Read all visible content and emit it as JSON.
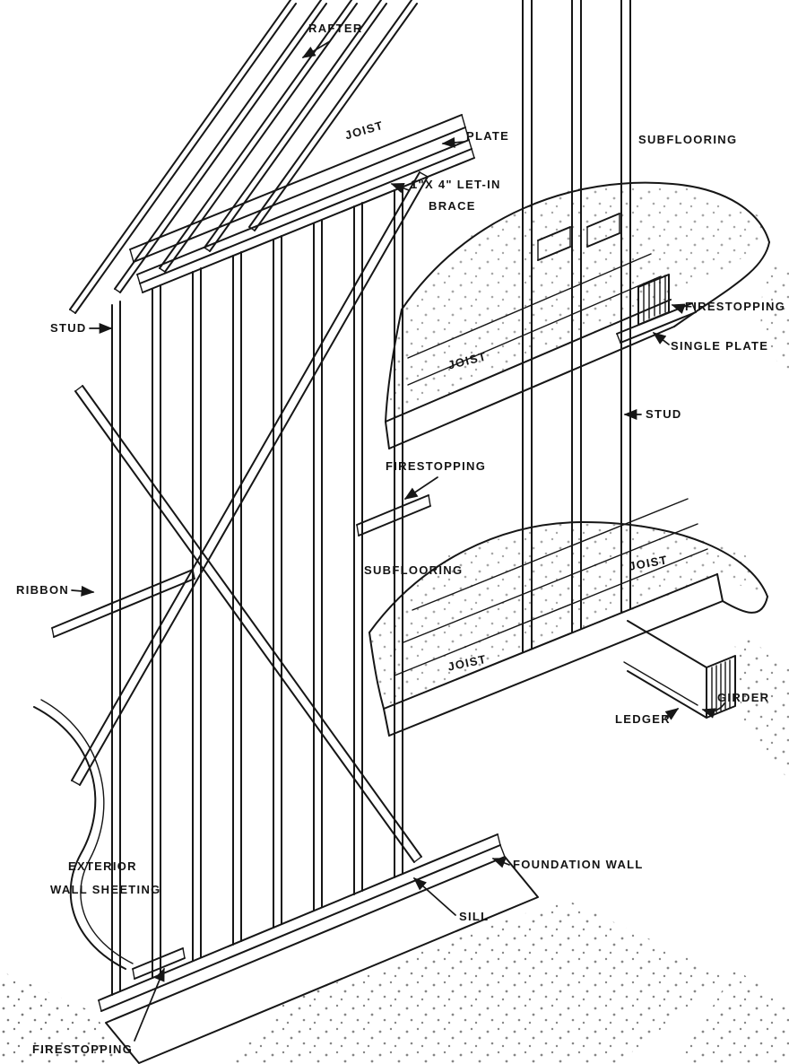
{
  "canvas": {
    "ink_color": "#161616",
    "paper_color": "#ffffff"
  },
  "labels": {
    "rafter": "RAFTER",
    "joist_attic": "JOIST",
    "plate": "PLATE",
    "subflooring_upper": "SUBFLOORING",
    "brace_line1": "1\"X 4\" LET-IN",
    "brace_line2": "BRACE",
    "firestopping_right": "FIRESTOPPING",
    "single_plate": "SINGLE PLATE",
    "stud_left": "STUD",
    "joist_second_floor": "JOIST",
    "stud_right": "STUD",
    "firestopping_mid": "FIRESTOPPING",
    "ribbon": "RIBBON",
    "subflooring_lower": "SUBFLOORING",
    "joist_first_floor_right": "JOIST",
    "joist_first_floor": "JOIST",
    "girder": "GIRDER",
    "ledger": "LEDGER",
    "exterior_line1": "EXTERIOR",
    "exterior_line2": "WALL SHEETING",
    "foundation_wall": "FOUNDATION WALL",
    "sill": "SILL",
    "firestopping_bottom": "FIRESTOPPING"
  }
}
